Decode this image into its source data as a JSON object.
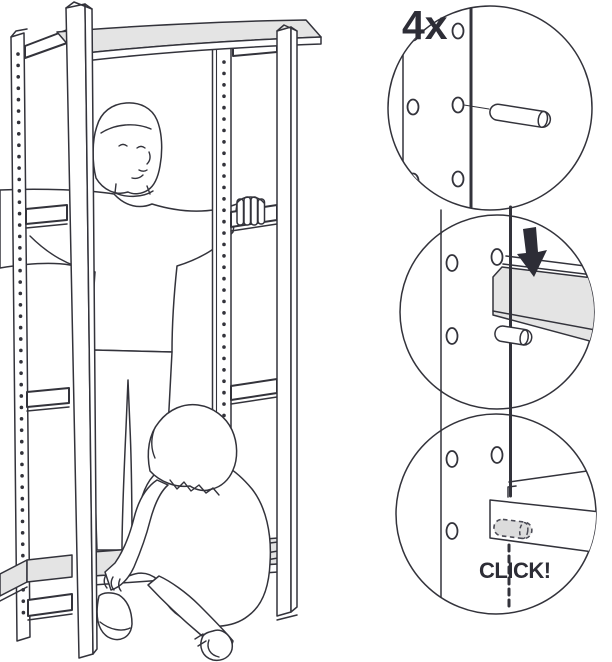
{
  "palette": {
    "line": "#33333b",
    "shelf_fill": "#e4e4e4",
    "arrow_fill": "#2d2d36",
    "text_color": "#2d2d36",
    "ghost_pin_fill": "#dcdcdc",
    "background": "#ffffff"
  },
  "callouts": [
    {
      "id": "step-insert-pin",
      "label": "4x",
      "icon": "pin-into-post-hole-icon"
    },
    {
      "id": "step-lower-shelf",
      "label": "",
      "icon": "shelf-onto-pin-icon",
      "arrow": "down"
    },
    {
      "id": "step-lock-shelf",
      "label": "CLICK!",
      "icon": "shelf-locked-on-pin-icon"
    }
  ]
}
